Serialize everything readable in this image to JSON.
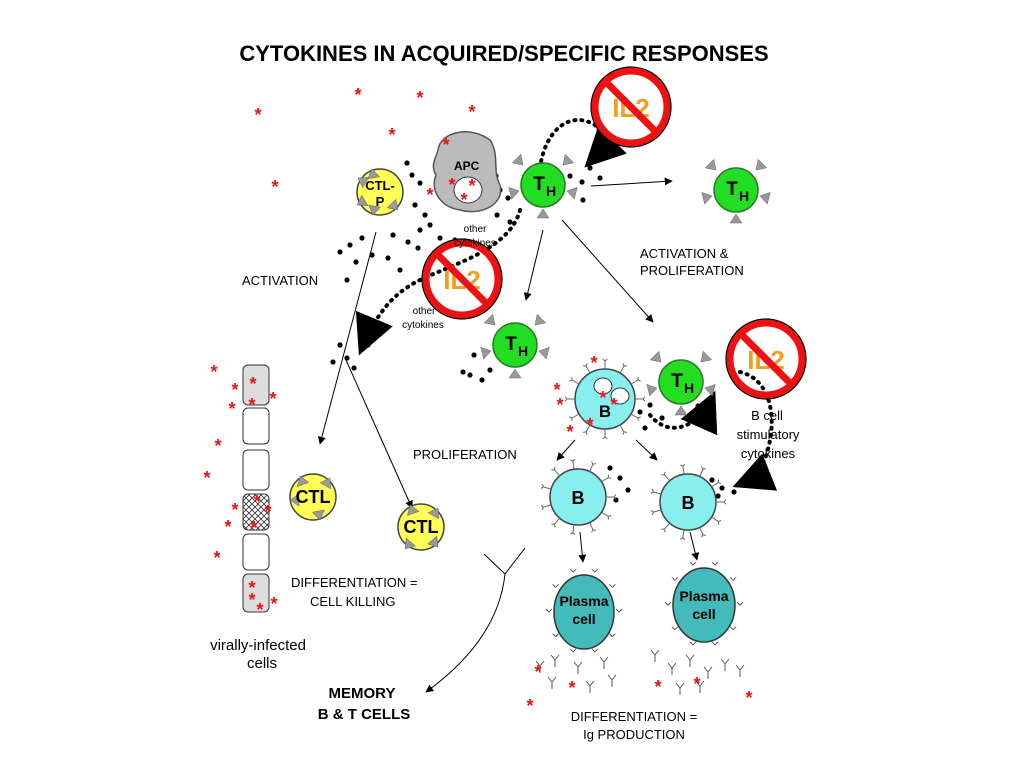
{
  "title": "CYTOKINES IN ACQUIRED/SPECIFIC RESPONSES",
  "labels": {
    "activation": "ACTIVATION",
    "activation_proliferation_1": "ACTIVATION &",
    "activation_proliferation_2": "PROLIFERATION",
    "proliferation": "PROLIFERATION",
    "diff_killing_1": "DIFFERENTIATION =",
    "diff_killing_2": "CELL KILLING",
    "infected_1": "virally-infected",
    "infected_2": "cells",
    "memory_1": "MEMORY",
    "memory_2": "B & T CELLS",
    "bcell_cyto_1": "B cell",
    "bcell_cyto_2": "stimulatory",
    "bcell_cyto_3": "cytokines",
    "diff_ig_1": "DIFFERENTIATION =",
    "diff_ig_2": "Ig PRODUCTION",
    "other_cyto_a1": "other",
    "other_cyto_a2": "cytokines",
    "other_cyto_b1": "other",
    "other_cyto_b2": "cytokines"
  },
  "cells": {
    "apc": "APC",
    "ctlp_1": "CTL-",
    "ctlp_2": "P",
    "th_main": "T",
    "th_sub": "H",
    "ctl": "CTL",
    "b": "B",
    "plasma_1": "Plasma",
    "plasma_2": "cell"
  },
  "il2": "IL2",
  "star": "*",
  "colors": {
    "th": "#22dd22",
    "ctl": "#ffff55",
    "b": "#88eeee",
    "plasma": "#44bbbb",
    "apc": "#bbbbbb",
    "no_sign": "#ee1111",
    "il2_text": "#f0a020",
    "star": "#ee1111"
  }
}
